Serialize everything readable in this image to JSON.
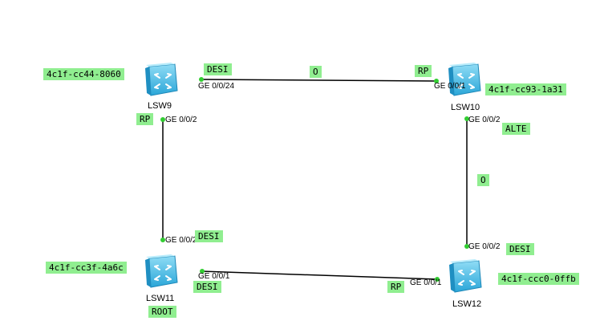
{
  "devices": [
    {
      "id": "lsw9",
      "name": "LSW9",
      "mac": "4c1f-cc44-8060"
    },
    {
      "id": "lsw10",
      "name": "LSW10",
      "mac": "4c1f-cc93-1a31"
    },
    {
      "id": "lsw11",
      "name": "LSW11",
      "mac": "4c1f-cc3f-4a6c",
      "tag": "ROOT"
    },
    {
      "id": "lsw12",
      "name": "LSW12",
      "mac": "4c1f-ccc0-0ffb"
    }
  ],
  "links": [
    {
      "id": "lsw9-lsw10",
      "from_port": "GE 0/0/24",
      "from_role": "DESI",
      "to_port": "GE 0/0/1",
      "to_role": "RP",
      "mid_label": "O"
    },
    {
      "id": "lsw9-lsw11",
      "from_port": "GE 0/0/2",
      "from_role": "RP",
      "to_port": "GE 0/0/2",
      "to_role": "DESI"
    },
    {
      "id": "lsw10-lsw12",
      "from_port": "GE 0/0/2",
      "from_role": "ALTE",
      "to_port": "GE 0/0/2",
      "to_role": "DESI",
      "mid_label": "O"
    },
    {
      "id": "lsw11-lsw12",
      "from_port": "GE 0/0/1",
      "from_role": "DESI",
      "to_port": "GE 0/0/1",
      "to_role": "RP"
    }
  ],
  "colors": {
    "label_bg": "#90ee90",
    "port_dot": "#32cd32",
    "switch_fill": "#5bc8ec",
    "switch_dark": "#2a9fd6",
    "link": "#000000"
  },
  "icon": "switch-icon"
}
